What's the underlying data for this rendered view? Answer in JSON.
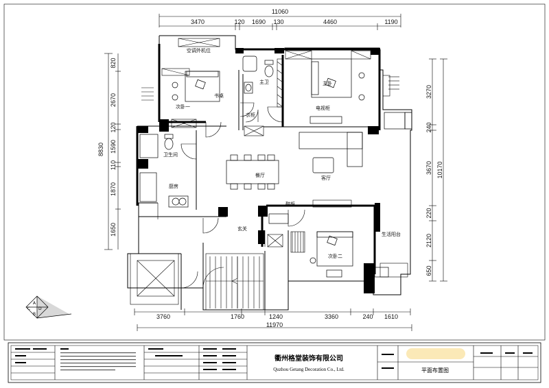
{
  "dimensions": {
    "top_total": "11060",
    "top_segments": [
      "3470",
      "120",
      "1690",
      "130",
      "4460",
      "1190"
    ],
    "left_total": "8830",
    "left_segments": [
      "820",
      "2670",
      "120",
      "1590",
      "110",
      "1870",
      "1650"
    ],
    "right_total": "10170",
    "right_segments": [
      "3270",
      "240",
      "3670",
      "220",
      "2120",
      "650"
    ],
    "bottom_segments": [
      "3760",
      "1760",
      "1240",
      "3360",
      "240",
      "1610"
    ],
    "bottom_total": "11970"
  },
  "rooms": {
    "ac_platform": "空调外机位",
    "bedroom2": "次卧一",
    "bedroom2_desk": "书桌",
    "master_bath": "主卫",
    "master_bedroom": "主卧",
    "closet": "衣柜",
    "tv_cabinet": "电视柜",
    "bathroom": "卫生间",
    "dining": "餐厅",
    "living": "客厅",
    "kitchen": "厨房",
    "entrance": "玄关",
    "shoe_cabinet": "鞋柜",
    "bedroom3": "次卧二",
    "balcony": "生活阳台"
  },
  "title_block": {
    "company_cn": "衢州格堂装饰有限公司",
    "company_en": "Quzhou Getang Decoration Co., Ltd.",
    "drawing_title": "平面布置图"
  },
  "colors": {
    "title_highlight": "#fbe9b7",
    "line": "#000000"
  }
}
